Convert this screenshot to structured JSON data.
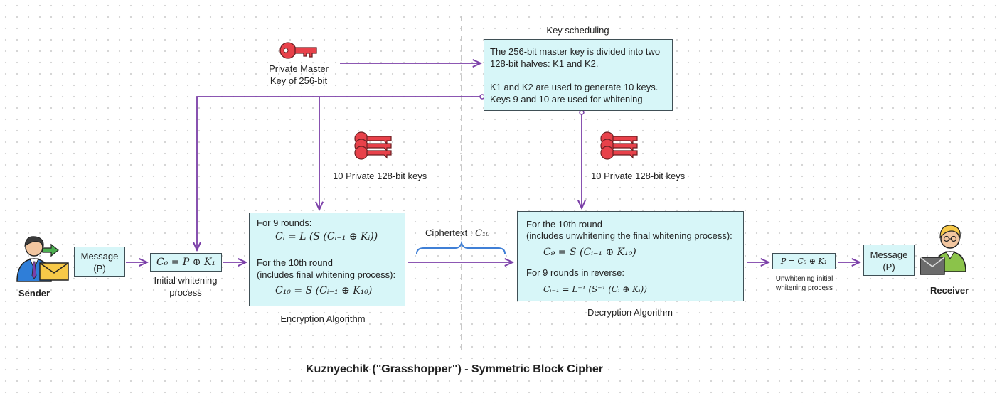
{
  "title": "Kuznyechik (\"Grasshopper\") - Symmetric Block Cipher",
  "colors": {
    "arrow": "#7b3fa8",
    "box_fill": "#d7f6f8",
    "key": "#e8414a",
    "brace": "#3f7fd6",
    "divider": "#c8c8c8"
  },
  "sender": {
    "label": "Sender",
    "icon": "sender-person-icon"
  },
  "receiver": {
    "label": "Receiver",
    "icon": "receiver-person-icon"
  },
  "message_in": {
    "line1": "Message",
    "line2": "(P)"
  },
  "message_out": {
    "line1": "Message",
    "line2": "(P)"
  },
  "initial_whitening": {
    "formula": "C₀ = P ⊕ K₁",
    "caption_line1": "Initial whitening",
    "caption_line2": "process"
  },
  "master_key": {
    "icon": "key-icon",
    "line1": "Private Master",
    "line2": "Key of 256-bit"
  },
  "key_scheduling": {
    "title": "Key scheduling",
    "line1": "The 256-bit master key is divided into two",
    "line2": "128-bit halves: K1 and K2.",
    "line3": "K1 and K2 are used to generate 10 keys.",
    "line4": "Keys 9 and 10 are used for whitening"
  },
  "keys_left": {
    "icon": "keys-bundle-icon",
    "label": "10 Private 128-bit keys"
  },
  "keys_right": {
    "icon": "keys-bundle-icon",
    "label": "10 Private 128-bit keys"
  },
  "encryption": {
    "caption": "Encryption Algorithm",
    "line1": "For 9 rounds:",
    "formula1": "Cᵢ = L (S (Cᵢ₋₁ ⊕ Kᵢ))",
    "line2": "For the 10th round",
    "line3": "(includes final whitening process):",
    "formula2": "C₁₀ = S (Cᵢ₋₁ ⊕ K₁₀)"
  },
  "ciphertext": {
    "label": "Ciphertext : ",
    "symbol": "C₁₀"
  },
  "decryption": {
    "caption": "Decryption Algorithm",
    "line1": "For the 10th round",
    "line2": "(includes unwhitening the final whitening process):",
    "formula1": "C₉ = S (Cᵢ₋₁ ⊕ K₁₀)",
    "line3": "For 9 rounds in reverse:",
    "formula2": "Cᵢ₋₁ = L⁻¹ (S⁻¹ (Cᵢ ⊕ Kᵢ))"
  },
  "unwhitening": {
    "formula": "P = C₀ ⊕ K₁",
    "caption_line1": "Unwhitening initial",
    "caption_line2": "whitening process"
  }
}
